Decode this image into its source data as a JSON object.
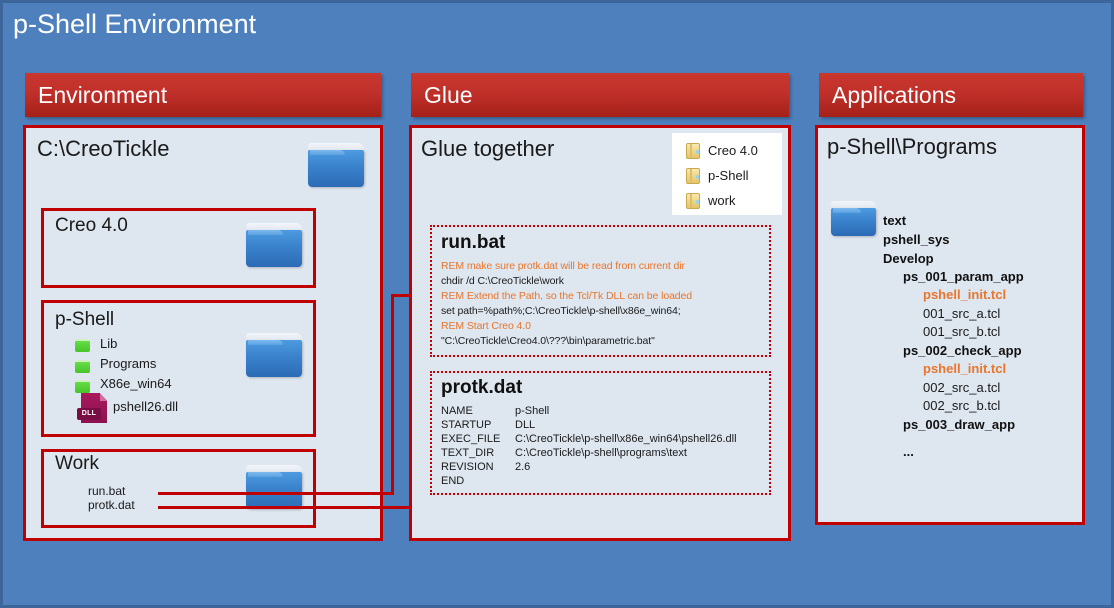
{
  "slide": {
    "title": "p-Shell Environment",
    "background_color": "#4E80BE",
    "accent_red": "#C00000",
    "header_red": "#C0302A",
    "panel_fill": "#DEE6F0",
    "rem_orange": "#E8762C"
  },
  "columns": {
    "environment": {
      "header": "Environment",
      "panel_title": "C:\\CreoTickle",
      "root_folder_icon": "folder-blue-icon",
      "boxes": [
        {
          "title": "Creo 4.0",
          "icon": "folder-blue-icon",
          "items": []
        },
        {
          "title": "p-Shell",
          "icon": "folder-blue-icon",
          "items": [
            {
              "label": "Lib",
              "icon": "folder-green-icon"
            },
            {
              "label": "Programs",
              "icon": "folder-green-icon"
            },
            {
              "label": "X86e_win64",
              "icon": "folder-green-icon"
            },
            {
              "label": "pshell26.dll",
              "icon": "dll-file-icon",
              "badge": "DLL"
            }
          ]
        },
        {
          "title": "Work",
          "icon": "folder-blue-icon",
          "items": [
            {
              "label": "run.bat",
              "icon": "none"
            },
            {
              "label": "protk.dat",
              "icon": "none"
            }
          ]
        }
      ]
    },
    "glue": {
      "header": "Glue",
      "panel_title": "Glue together",
      "legend": {
        "items": [
          {
            "label": "Creo 4.0",
            "icon": "folder-yellow-icon"
          },
          {
            "label": "p-Shell",
            "icon": "folder-yellow-icon"
          },
          {
            "label": "work",
            "icon": "folder-yellow-icon"
          }
        ]
      },
      "run_bat": {
        "title": "run.bat",
        "lines": [
          {
            "text": "REM make sure protk.dat will be read from current dir",
            "kind": "rem"
          },
          {
            "text": "chdir /d C:\\CreoTickle\\work",
            "kind": "cmd"
          },
          {
            "text": "REM Extend the Path, so the Tcl/Tk DLL can be loaded",
            "kind": "rem"
          },
          {
            "text": "set path=%path%;C:\\CreoTickle\\p-shell\\x86e_win64;",
            "kind": "cmd"
          },
          {
            "text": "REM Start Creo 4.0",
            "kind": "rem"
          },
          {
            "text": "\"C:\\CreoTickle\\Creo4.0\\???\\bin\\parametric.bat\"",
            "kind": "cmd"
          }
        ]
      },
      "protk_dat": {
        "title": "protk.dat",
        "rows": [
          {
            "key": "NAME",
            "value": "p-Shell"
          },
          {
            "key": "STARTUP",
            "value": "DLL"
          },
          {
            "key": "EXEC_FILE",
            "value": "C:\\CreoTickle\\p-shell\\x86e_win64\\pshell26.dll"
          },
          {
            "key": "TEXT_DIR",
            "value": "C:\\CreoTickle\\p-shell\\programs\\text"
          },
          {
            "key": "REVISION",
            "value": "2.6"
          },
          {
            "key": "END",
            "value": ""
          }
        ]
      }
    },
    "applications": {
      "header": "Applications",
      "panel_title": "p-Shell\\Programs",
      "root_folder_icon": "folder-blue-icon",
      "tree": [
        {
          "label": "text",
          "indent": 0,
          "style": "bold"
        },
        {
          "label": "pshell_sys",
          "indent": 0,
          "style": "bold"
        },
        {
          "label": "Develop",
          "indent": 0,
          "style": "bold"
        },
        {
          "label": "ps_001_param_app",
          "indent": 1,
          "style": "bold"
        },
        {
          "label": "pshell_init.tcl",
          "indent": 2,
          "style": "accent"
        },
        {
          "label": "001_src_a.tcl",
          "indent": 2,
          "style": "plain"
        },
        {
          "label": "001_src_b.tcl",
          "indent": 2,
          "style": "plain"
        },
        {
          "label": "ps_002_check_app",
          "indent": 1,
          "style": "bold"
        },
        {
          "label": "pshell_init.tcl",
          "indent": 2,
          "style": "accent"
        },
        {
          "label": "002_src_a.tcl",
          "indent": 2,
          "style": "plain"
        },
        {
          "label": "002_src_b.tcl",
          "indent": 2,
          "style": "plain"
        },
        {
          "label": "ps_003_draw_app",
          "indent": 1,
          "style": "bold"
        },
        {
          "label": "...",
          "indent": 1,
          "style": "bold"
        }
      ]
    }
  }
}
